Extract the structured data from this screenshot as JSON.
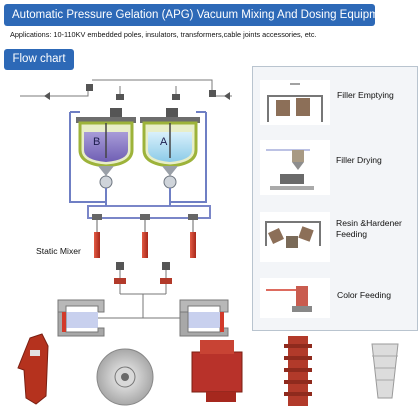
{
  "header": {
    "title": "Automatic Pressure Gelation (APG)  Vacuum Mixing And  Dosing Equipment",
    "applications": "Applications: 10-110KV  embedded poles, insulators, transformers,cable joints accessories, etc."
  },
  "flow_chart_button": "Flow chart",
  "tanks": {
    "left": "B",
    "right": "A"
  },
  "static_mixer_label": "Static Mixer",
  "steps": [
    {
      "label": "Filler Emptying"
    },
    {
      "label": "Filler Drying"
    },
    {
      "label": "Resin &Hardener\nFeeding"
    },
    {
      "label": "Color Feeding"
    }
  ],
  "products": [
    {
      "icon": "embedded-pole-product-icon"
    },
    {
      "icon": "insulator-disc-product-icon"
    },
    {
      "icon": "transformer-product-icon"
    },
    {
      "icon": "bushing-product-icon"
    },
    {
      "icon": "cable-joint-product-icon"
    }
  ],
  "colors": {
    "accent": "#2d69b7",
    "tank_b_liquid": "#8d7fc8",
    "tank_a_liquid": "#bfe2f4",
    "pipe_blue": "#6f7fc4",
    "mixer_red": "#cc3a2a"
  }
}
